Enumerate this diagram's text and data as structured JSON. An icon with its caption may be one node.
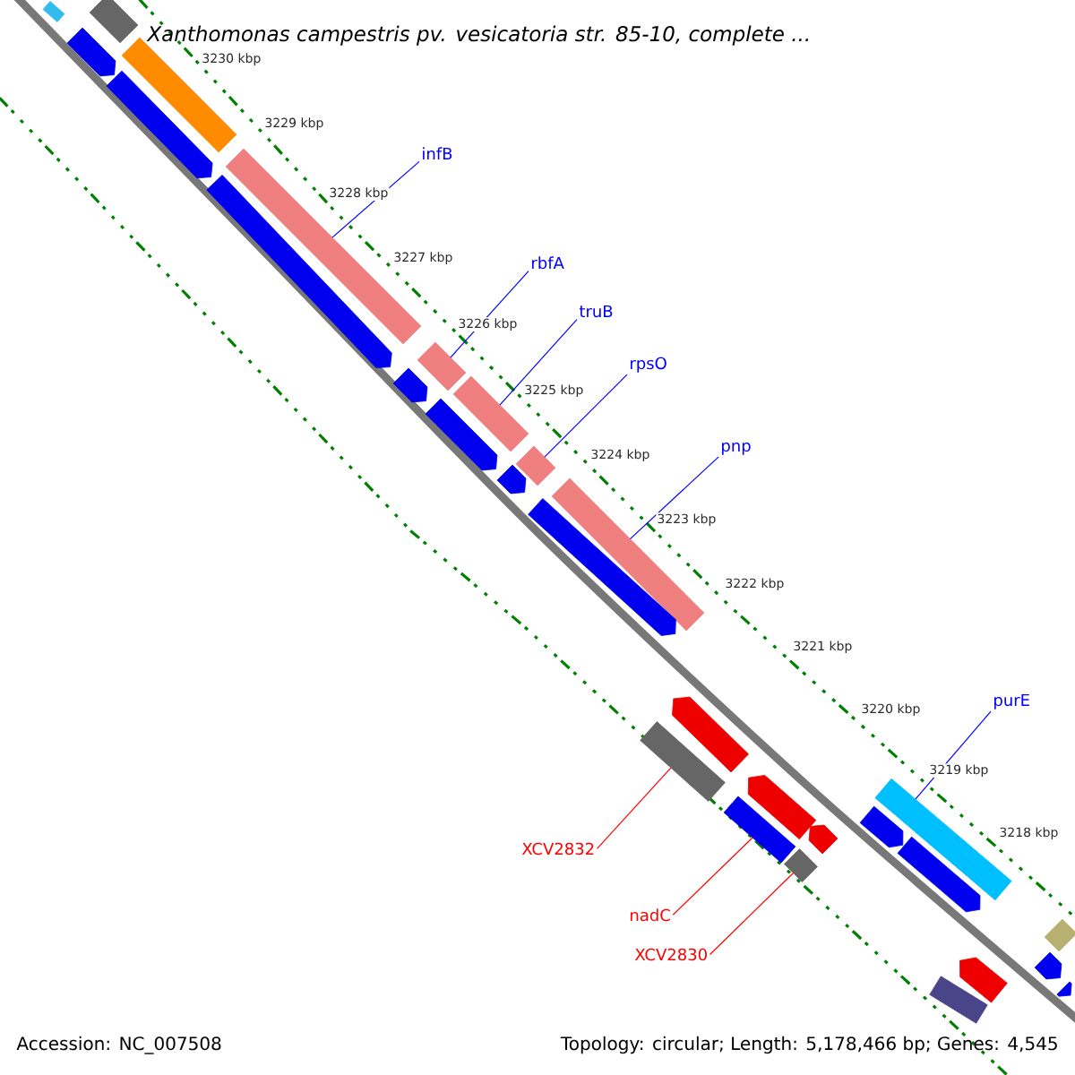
{
  "diagram": {
    "title": "Xanthomonas campestris pv. vesicatoria str. 85-10, complete ...",
    "nodes": [
      {
        "text": [
          "infB"
        ]
      },
      {
        "text": [
          "rbfA"
        ]
      },
      {
        "text": [
          "truB"
        ]
      },
      {
        "text": [
          "rpsO"
        ]
      },
      {
        "text": [
          "pnp"
        ]
      },
      {
        "text": [
          "purE"
        ]
      },
      {
        "text": [
          "XCV2832"
        ]
      },
      {
        "text": [
          "nadC"
        ]
      },
      {
        "text": [
          "XCV2830"
        ]
      },
      {
        "text": [],
        "shape": "bar"
      },
      {
        "text": [],
        "shape": "bar"
      },
      {
        "text": [],
        "shape": "pentagon"
      },
      {
        "text": [],
        "shape": "bar"
      },
      {
        "text": [],
        "shape": "pentagon"
      },
      {
        "text": [],
        "shape": "bar"
      },
      {
        "text": [],
        "shape": "pentagon"
      },
      {
        "text": [],
        "shape": "bar"
      },
      {
        "text": [],
        "shape": "pentagon"
      },
      {
        "text": [],
        "shape": "bar"
      },
      {
        "text": [],
        "shape": "pentagon"
      },
      {
        "text": [],
        "shape": "bar"
      },
      {
        "text": [],
        "shape": "pentagon"
      },
      {
        "text": [],
        "shape": "bar"
      },
      {
        "text": [],
        "shape": "pentagon"
      },
      {
        "text": [],
        "shape": "pentagon"
      },
      {
        "text": [],
        "shape": "bar"
      },
      {
        "text": [],
        "shape": "pentagon"
      },
      {
        "text": [],
        "shape": "bar"
      },
      {
        "text": [],
        "shape": "pentagon"
      },
      {
        "text": [],
        "shape": "bar"
      },
      {
        "text": [],
        "shape": "pentagon"
      },
      {
        "text": [],
        "shape": "pentagon"
      },
      {
        "text": [],
        "shape": "bar"
      },
      {
        "text": [],
        "shape": "bar"
      },
      {
        "text": [],
        "shape": "pentagon"
      },
      {
        "text": [],
        "shape": "pentagon"
      },
      {
        "text": [],
        "shape": "bar"
      },
      {
        "text": [],
        "shape": "pentagon"
      }
    ],
    "edges": [
      {
        "from": 0,
        "to": 14,
        "arrow": "none"
      },
      {
        "from": 1,
        "to": 16,
        "arrow": "none"
      },
      {
        "from": 2,
        "to": 18,
        "arrow": "none"
      },
      {
        "from": 3,
        "to": 20,
        "arrow": "none"
      },
      {
        "from": 4,
        "to": 22,
        "arrow": "none"
      },
      {
        "from": 5,
        "to": 27,
        "arrow": "none"
      },
      {
        "from": 6,
        "to": 25,
        "arrow": "none",
        "color": "#ff0000"
      },
      {
        "from": 7,
        "to": 29,
        "arrow": "none",
        "color": "#ff0000"
      },
      {
        "from": 8,
        "to": 32,
        "arrow": "none",
        "color": "#ff0000"
      }
    ],
    "labels": [
      "3230 kbp",
      "3229 kbp",
      "3228 kbp",
      "3227 kbp",
      "3226 kbp",
      "3225 kbp",
      "3224 kbp",
      "3223 kbp",
      "3222 kbp",
      "3221 kbp",
      "3220 kbp",
      "3219 kbp",
      "3218 kbp",
      "Accession: NC_007508",
      "Topology: circular; Length: 5,178,466 bp; Genes: 4,545"
    ]
  }
}
